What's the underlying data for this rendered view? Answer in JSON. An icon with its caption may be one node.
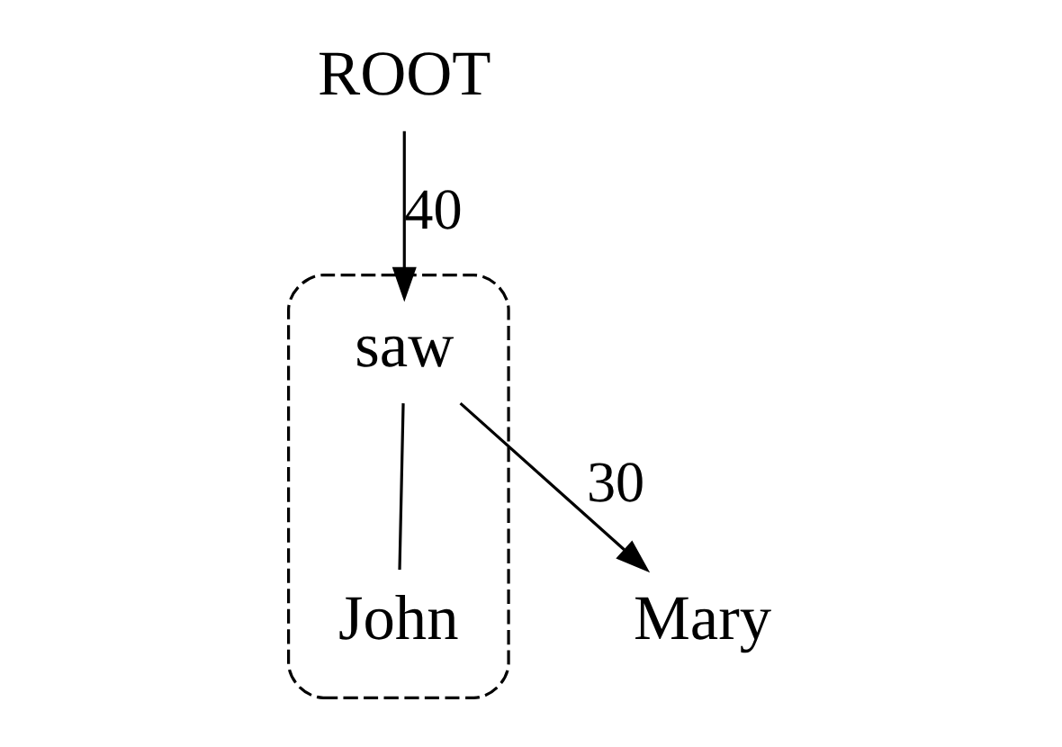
{
  "diagram": {
    "nodes": [
      {
        "text": [
          "ROOT"
        ]
      },
      {
        "text": [],
        "shape": "ellipse"
      },
      {
        "text": [
          "saw"
        ],
        "in": 1
      },
      {
        "text": [
          "John"
        ],
        "in": 1
      },
      {
        "text": [
          "Mary"
        ]
      }
    ],
    "edges": [
      {
        "from": 0,
        "to": 2,
        "arrow": "to",
        "label": "40"
      },
      {
        "from": 2,
        "to": 4,
        "arrow": "to",
        "label": "30"
      },
      {
        "from": 3,
        "to": 2,
        "arrow": "none"
      }
    ]
  }
}
